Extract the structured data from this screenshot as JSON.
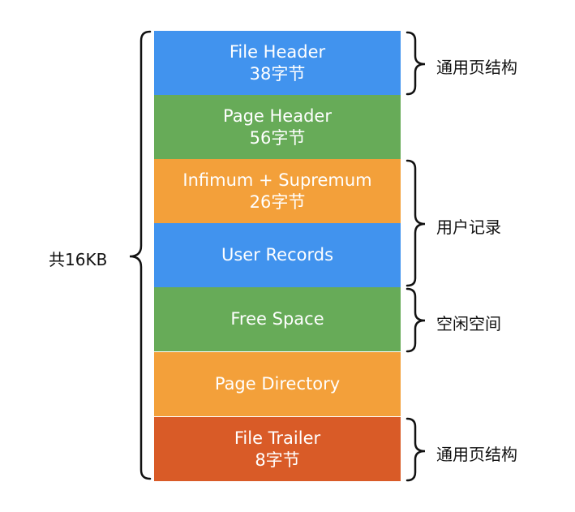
{
  "total_label": "共16KB",
  "blocks": [
    {
      "name": "File Header",
      "size": "38字节",
      "color": "#4193ee"
    },
    {
      "name": "Page Header",
      "size": "56字节",
      "color": "#67ab58"
    },
    {
      "name": "Infimum + Supremum",
      "size": "26字节",
      "color": "#f3a03a"
    },
    {
      "name": "User Records",
      "size": "",
      "color": "#4193ee"
    },
    {
      "name": "Free Space",
      "size": "",
      "color": "#67ab58"
    },
    {
      "name": "Page Directory",
      "size": "",
      "color": "#f3a03a"
    },
    {
      "name": "File Trailer",
      "size": "8字节",
      "color": "#d95b27"
    }
  ],
  "groups": {
    "top_general": "通用页结构",
    "user_records": "用户记录",
    "free_space": "空闲空间",
    "bottom_general": "通用页结构"
  }
}
